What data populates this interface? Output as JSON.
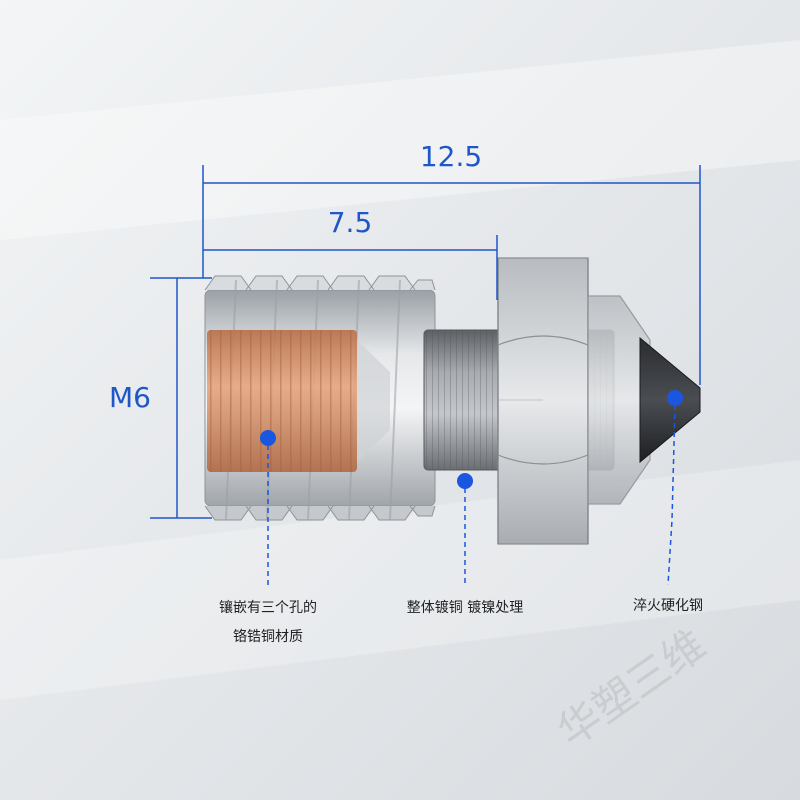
{
  "dimensions": {
    "overall_length": "12.5",
    "thread_length": "7.5",
    "thread_size": "M6"
  },
  "callouts": {
    "insert": {
      "line1": "镶嵌有三个孔的",
      "line2": "铬锆铜材质"
    },
    "body": {
      "line1": "整体镀铜 镀镍处理"
    },
    "tip": {
      "line1": "淬火硬化钢"
    }
  },
  "watermark": "华塑三维",
  "colors": {
    "dimension": "#1f57c8",
    "marker": "#1a56e0",
    "copper": "#d08e62",
    "steel": "#bfc4c9"
  }
}
